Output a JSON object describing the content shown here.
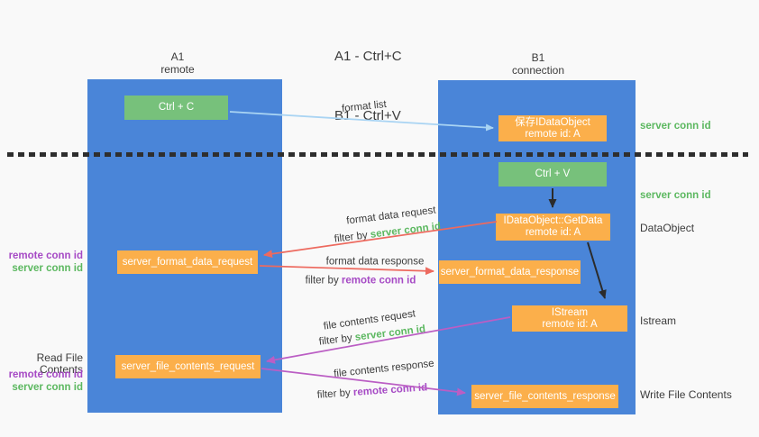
{
  "title": {
    "line1": "A1 - Ctrl+C",
    "line2": "B1 - Ctrl+V"
  },
  "lanes": {
    "a1": {
      "name": "A1",
      "subtitle": "remote"
    },
    "b1": {
      "name": "B1",
      "subtitle": "connection"
    }
  },
  "boxes": {
    "ctrl_c": "Ctrl + C",
    "ctrl_v": "Ctrl + V",
    "save_dataobject": {
      "title": "保存IDataObject",
      "subtitle": "remote id: A"
    },
    "getdata": {
      "title": "IDataObject::GetData",
      "subtitle": "remote id: A"
    },
    "istream": {
      "title": "IStream",
      "subtitle": "remote id: A"
    },
    "server_format_data_request": "server_format_data_request",
    "server_format_data_response": "server_format_data_response",
    "server_file_contents_request": "server_file_contents_request",
    "server_file_contents_response": "server_file_contents_response"
  },
  "left_labels": {
    "format_remote_conn_id": "remote conn id",
    "format_server_conn_id": "server conn id",
    "read_file_contents": "Read File Contents",
    "file_remote_conn_id": "remote conn id",
    "file_server_conn_id": "server conn id"
  },
  "right_labels": {
    "server_conn_id_top": "server conn id",
    "server_conn_id_mid": "server conn id",
    "dataobject": "DataObject",
    "istream": "Istream",
    "write_file_contents": "Write File Contents"
  },
  "flow_labels": {
    "format_list": "format list",
    "format_data_request": "format data request",
    "format_data_response": "format data response",
    "file_contents_request": "file contents request",
    "file_contents_response": "file contents response",
    "filter_by": "filter by",
    "server_conn_id": "server conn id",
    "remote_conn_id": "remote conn id"
  },
  "colors": {
    "lane_fill": "#4a85d8",
    "green_box": "#77c17b",
    "orange_box": "#fbaf4b",
    "green_text": "#5cb860",
    "purple_text": "#a64ac5",
    "dark_text": "#3b3b3b",
    "arrow_blue": "#a9d4f3",
    "arrow_red": "#ed6a5f",
    "arrow_magenta": "#bb5ec4",
    "arrow_black": "#2b2b2b",
    "background": "#f9f9f9"
  }
}
